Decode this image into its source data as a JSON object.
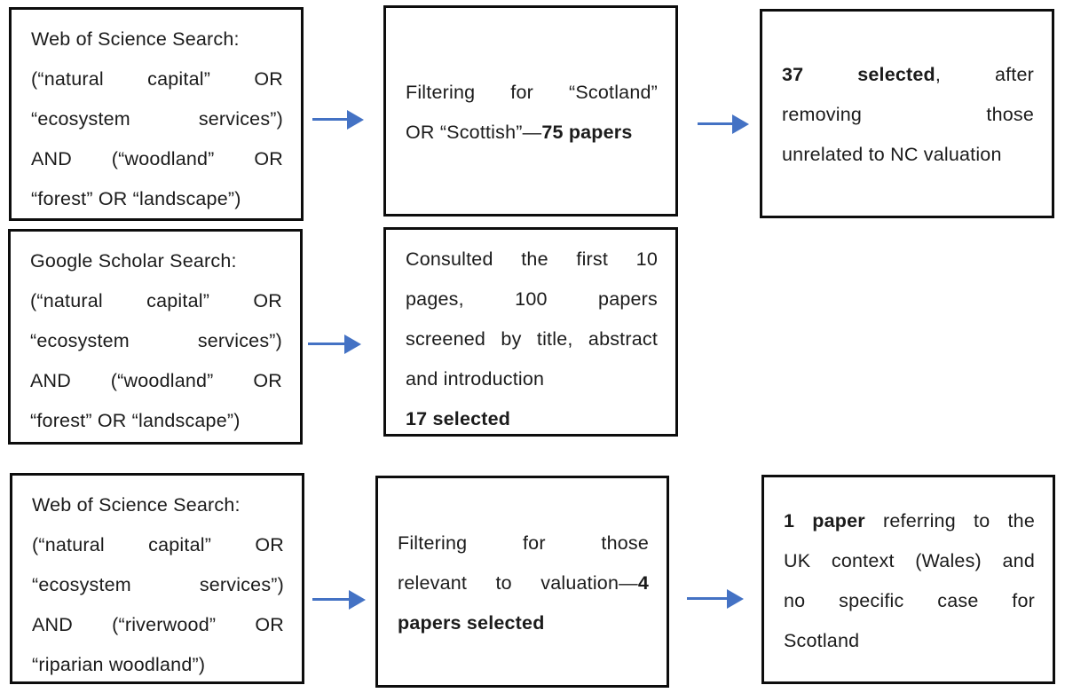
{
  "diagram": {
    "title": "Literature search flow diagram",
    "arrow_color": "#4472C4",
    "box_border_color": "#0d0d0d",
    "text_color": "#1b1b1b",
    "background": "#ffffff"
  },
  "boxes": [
    {
      "name": "wos-woodland-search-box",
      "valign": "top",
      "lines": [
        {
          "j": false,
          "seg": [
            {
              "t": "Web of Science Search:",
              "b": false
            }
          ]
        },
        {
          "j": true,
          "seg": [
            {
              "t": "(“natural capital” OR",
              "b": false
            }
          ]
        },
        {
          "j": true,
          "seg": [
            {
              "t": "“ecosystem services”)",
              "b": false
            }
          ]
        },
        {
          "j": true,
          "seg": [
            {
              "t": "AND (“woodland” OR",
              "b": false
            }
          ]
        },
        {
          "j": false,
          "seg": [
            {
              "t": "“forest” OR “landscape”)",
              "b": false
            }
          ]
        }
      ]
    },
    {
      "name": "scotland-filter-box",
      "valign": "center",
      "lines": [
        {
          "j": true,
          "seg": [
            {
              "t": "Filtering for “Scotland”",
              "b": false
            }
          ]
        },
        {
          "j": false,
          "seg": [
            {
              "t": "OR “Scottish”—",
              "b": false
            },
            {
              "t": "75 papers",
              "b": true
            }
          ]
        }
      ]
    },
    {
      "name": "selected-37-box",
      "valign": "center",
      "lines": [
        {
          "j": true,
          "seg": [
            {
              "t": "37 selected",
              "b": true
            },
            {
              "t": ", after",
              "b": false
            }
          ]
        },
        {
          "j": true,
          "seg": [
            {
              "t": "removing those",
              "b": false
            }
          ]
        },
        {
          "j": false,
          "seg": [
            {
              "t": "unrelated to NC valuation",
              "b": false
            }
          ]
        }
      ]
    },
    {
      "name": "google-scholar-search-box",
      "valign": "top",
      "lines": [
        {
          "j": false,
          "seg": [
            {
              "t": "Google Scholar Search:",
              "b": false
            }
          ]
        },
        {
          "j": true,
          "seg": [
            {
              "t": "(“natural capital” OR",
              "b": false
            }
          ]
        },
        {
          "j": true,
          "seg": [
            {
              "t": "“ecosystem services”)",
              "b": false
            }
          ]
        },
        {
          "j": true,
          "seg": [
            {
              "t": "AND (“woodland” OR",
              "b": false
            }
          ]
        },
        {
          "j": false,
          "seg": [
            {
              "t": "“forest” OR “landscape”)",
              "b": false
            }
          ]
        }
      ]
    },
    {
      "name": "consulted-pages-box",
      "valign": "top",
      "lines": [
        {
          "j": true,
          "seg": [
            {
              "t": "Consulted the first 10",
              "b": false
            }
          ]
        },
        {
          "j": true,
          "seg": [
            {
              "t": "pages, 100 papers",
              "b": false
            }
          ]
        },
        {
          "j": true,
          "seg": [
            {
              "t": "screened by title, abstract",
              "b": false
            }
          ]
        },
        {
          "j": false,
          "seg": [
            {
              "t": "and introduction",
              "b": false
            }
          ]
        },
        {
          "j": false,
          "seg": [
            {
              "t": "17 selected",
              "b": true
            }
          ]
        }
      ]
    },
    {
      "name": "wos-riverwood-search-box",
      "valign": "top",
      "lines": [
        {
          "j": false,
          "seg": [
            {
              "t": "Web of Science Search:",
              "b": false
            }
          ]
        },
        {
          "j": true,
          "seg": [
            {
              "t": "(“natural capital” OR",
              "b": false
            }
          ]
        },
        {
          "j": true,
          "seg": [
            {
              "t": "“ecosystem services”)",
              "b": false
            }
          ]
        },
        {
          "j": true,
          "seg": [
            {
              "t": "AND (“riverwood” OR",
              "b": false
            }
          ]
        },
        {
          "j": false,
          "seg": [
            {
              "t": "“riparian woodland”)",
              "b": false
            }
          ]
        }
      ]
    },
    {
      "name": "valuation-filter-box",
      "valign": "center",
      "lines": [
        {
          "j": true,
          "seg": [
            {
              "t": "Filtering for those",
              "b": false
            }
          ]
        },
        {
          "j": true,
          "seg": [
            {
              "t": "relevant to valuation—",
              "b": false
            },
            {
              "t": "4",
              "b": true
            }
          ]
        },
        {
          "j": false,
          "seg": [
            {
              "t": "papers selected",
              "b": true
            }
          ]
        }
      ]
    },
    {
      "name": "one-paper-box",
      "valign": "center",
      "lines": [
        {
          "j": true,
          "seg": [
            {
              "t": "1 paper",
              "b": true
            },
            {
              "t": " referring to the",
              "b": false
            }
          ]
        },
        {
          "j": true,
          "seg": [
            {
              "t": "UK context (Wales) and",
              "b": false
            }
          ]
        },
        {
          "j": true,
          "seg": [
            {
              "t": "no specific case for",
              "b": false
            }
          ]
        },
        {
          "j": false,
          "seg": [
            {
              "t": "Scotland",
              "b": false
            }
          ]
        }
      ]
    }
  ],
  "arrows": [
    {
      "name": "arrow-wos1-to-scotland-filter",
      "from": "wos-woodland-search-box",
      "to": "scotland-filter-box",
      "direction": "right"
    },
    {
      "name": "arrow-scotland-filter-to-37-selected",
      "from": "scotland-filter-box",
      "to": "selected-37-box",
      "direction": "right"
    },
    {
      "name": "arrow-google-scholar-to-consulted",
      "from": "google-scholar-search-box",
      "to": "consulted-pages-box",
      "direction": "right"
    },
    {
      "name": "arrow-wos2-to-valuation-filter",
      "from": "wos-riverwood-search-box",
      "to": "valuation-filter-box",
      "direction": "right"
    },
    {
      "name": "arrow-valuation-filter-to-1-paper",
      "from": "valuation-filter-box",
      "to": "one-paper-box",
      "direction": "right"
    }
  ]
}
